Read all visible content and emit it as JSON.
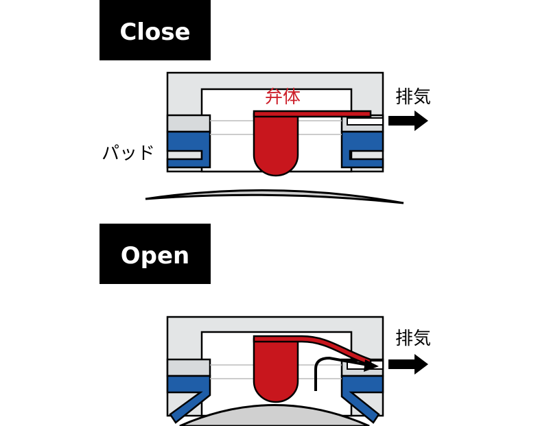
{
  "close_panel": {
    "label": "Close",
    "valve_label": "弁体",
    "exhaust_label": "排気",
    "pad_label": "パッド"
  },
  "open_panel": {
    "label": "Open",
    "exhaust_label": "排気"
  },
  "colors": {
    "label_bg": "#000000",
    "valve_red": "#c8161d",
    "valve_text_red": "#cc1f2a",
    "pad_blue": "#1f5ea8",
    "housing_gray": "#e3e5e6",
    "ground_gray": "#d0d0d0"
  }
}
